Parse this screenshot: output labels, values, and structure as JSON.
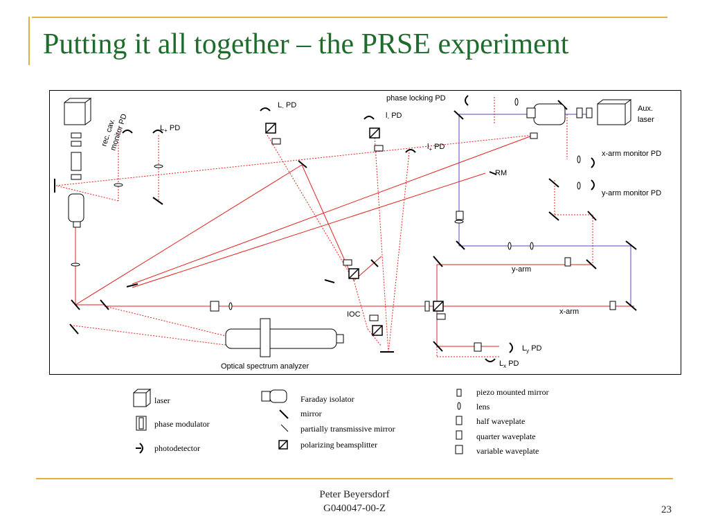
{
  "slide": {
    "title": "Putting it all together – the PRSE experiment",
    "footer_author": "Peter Beyersdorf",
    "footer_doc": "G040047-00-Z",
    "page_number": "23"
  },
  "diagram": {
    "labels": {
      "phase_locking_pd": "phase locking PD",
      "aux_laser_1": "Aux.",
      "aux_laser_2": "laser",
      "l_minus_pd_a": "L",
      "l_minus_pd_a_sub": "-",
      "pd": "PD",
      "l_minus_pd_b": "l",
      "l_minus_pd_b_sub": "-",
      "l_plus_pd_a": "L",
      "l_plus_pd_a_sub": "+",
      "l_plus_pd_b": "l",
      "l_plus_pd_b_sub": "+",
      "rec_cav_1": "rec. cav.",
      "rec_cav_2": "monitor PD",
      "x_arm_monitor": "x-arm monitor PD",
      "y_arm_monitor": "y-arm monitor PD",
      "rm": "RM",
      "y_arm": "y-arm",
      "x_arm": "x-arm",
      "ioc": "IOC",
      "ly": "L",
      "ly_sub": "y",
      "lx": "L",
      "lx_sub": "x",
      "osa": "Optical spectrum analyzer"
    },
    "colors": {
      "beam_main": "#e0201c",
      "beam_aux": "#6a3cb5"
    }
  },
  "legend": {
    "laser": "laser",
    "phase_modulator": "phase modulator",
    "photodetector": "photodetector",
    "faraday_isolator": "Faraday isolator",
    "mirror": "mirror",
    "partial_mirror": "partially transmissive mirror",
    "pbs": "polarizing beamsplitter",
    "piezo_mirror": "piezo mounted mirror",
    "lens": "lens",
    "half_waveplate": "half waveplate",
    "quarter_waveplate": "quarter waveplate",
    "variable_waveplate": "variable waveplate"
  }
}
